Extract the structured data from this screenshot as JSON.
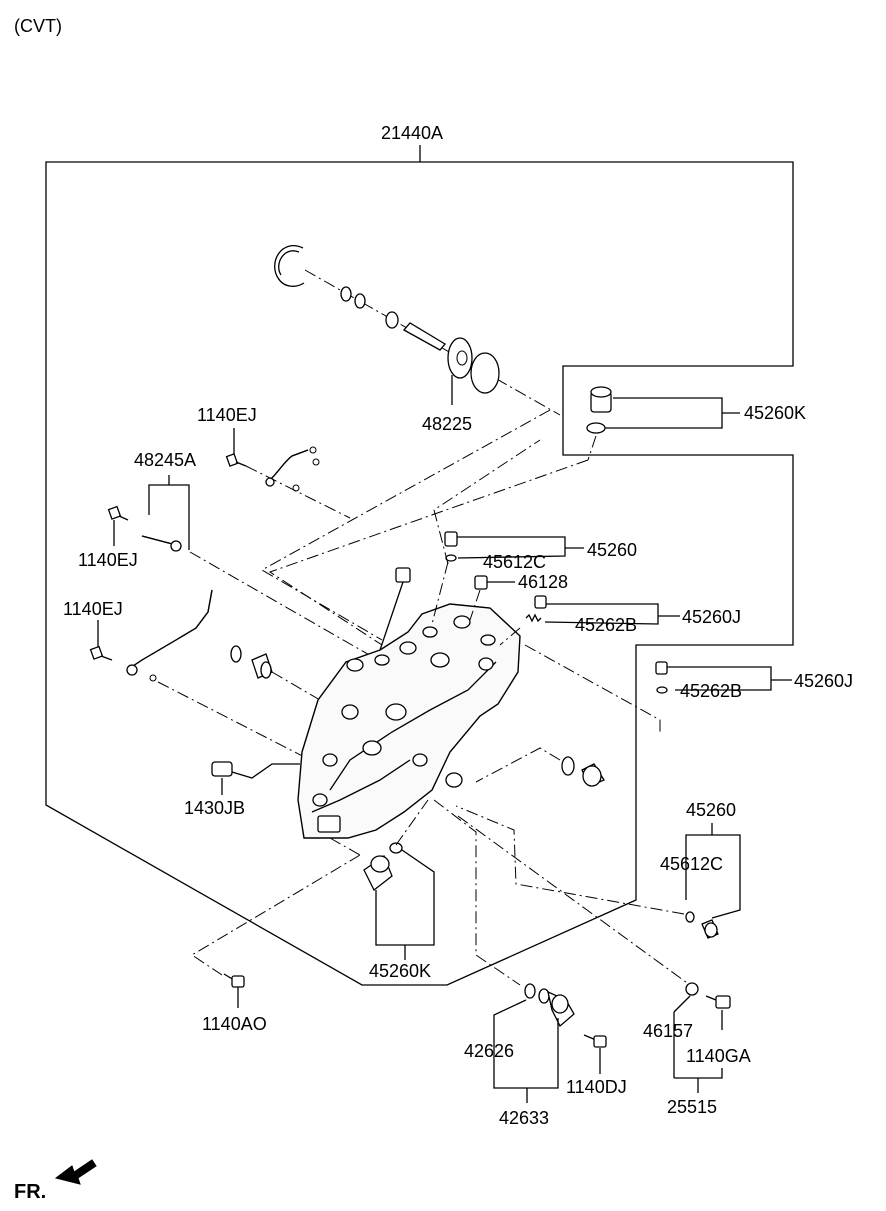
{
  "header": {
    "variant": "(CVT)"
  },
  "footer": {
    "direction": "FR."
  },
  "labels": {
    "assembly": "21440A",
    "p48225": "48225",
    "p45260K_top": "45260K",
    "p1140EJ_a": "1140EJ",
    "p48245A": "48245A",
    "p1140EJ_b": "1140EJ",
    "p1140EJ_c": "1140EJ",
    "p45260_top": "45260",
    "p45612C_top": "45612C",
    "p46128": "46128",
    "p45262B_a": "45262B",
    "p45260J_a": "45260J",
    "p45262B_b": "45262B",
    "p45260J_b": "45260J",
    "p1430JB": "1430JB",
    "p45260_right": "45260",
    "p45612C_right": "45612C",
    "p45260K_bottom": "45260K",
    "p1140AO": "1140AO",
    "p42626": "42626",
    "p1140DJ": "1140DJ",
    "p42633": "42633",
    "p46157": "46157",
    "p1140GA": "1140GA",
    "p25515": "25515"
  }
}
